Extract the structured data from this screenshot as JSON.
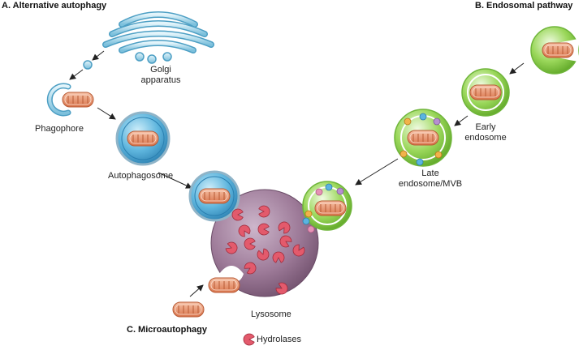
{
  "headers": {
    "alternative": "A. Alternative autophagy",
    "endosomal": "B. Endosomal pathway",
    "micro": "C. Microautophagy"
  },
  "labels": {
    "golgi_line1": "Golgi",
    "golgi_line2": "apparatus",
    "phagophore": "Phagophore",
    "autophagosome": "Autophagosome",
    "early_line1": "Early",
    "early_line2": "endosome",
    "late_line1": "Late",
    "late_line2": "endosome/MVB",
    "lysosome": "Lysosome",
    "hydrolases": "Hydrolases"
  },
  "colors": {
    "golgi": "#8ecae0",
    "autophagosome": "#4aa8d6",
    "endosome": "#8fd14f",
    "lysosome": "#9b7896",
    "mitochondrion": "#e8946f",
    "hydrolase": "#e05a6a"
  }
}
